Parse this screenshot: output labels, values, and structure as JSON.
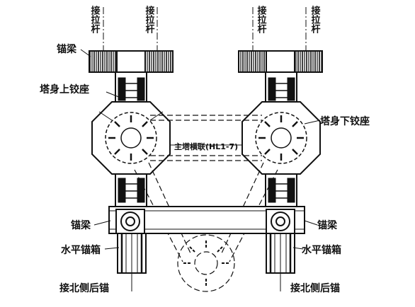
{
  "labels": {
    "tie_rod_1": "接拉杆",
    "tie_rod_2": "接拉杆",
    "tie_rod_3": "接拉杆",
    "tie_rod_4": "接拉杆",
    "anchor_beam_top": "锚梁",
    "upper_hinge_seat": "塔身上铰座",
    "lower_hinge_seat": "塔身下铰座",
    "main_tower_cross_link": "主塔横联(HL1-7)",
    "anchor_beam_left": "锚梁",
    "anchor_beam_right": "锚梁",
    "horizontal_anchor_box_left": "水平锚箱",
    "horizontal_anchor_box_right": "水平锚箱",
    "north_rear_anchor_left": "接北侧后锚",
    "north_rear_anchor_right": "接北侧后锚"
  },
  "colors": {
    "ink": "#111111",
    "background": "#ffffff"
  }
}
